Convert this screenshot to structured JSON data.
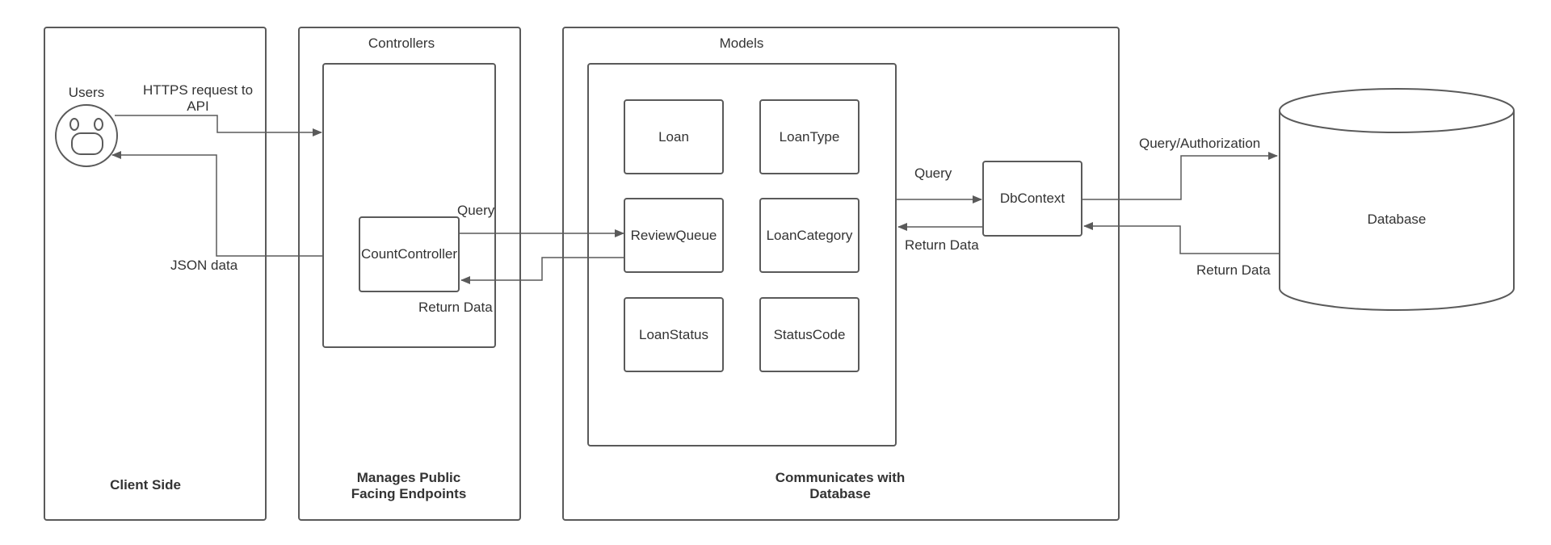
{
  "panels": {
    "client": {
      "footer": "Client Side"
    },
    "controllers": {
      "title": "Controllers",
      "footer_line1": "Manages Public",
      "footer_line2": "Facing Endpoints"
    },
    "models": {
      "title": "Models",
      "footer_line1": "Communicates with",
      "footer_line2": "Database"
    }
  },
  "users": {
    "label": "Users"
  },
  "controllers": {
    "count": "CountController"
  },
  "models": {
    "loan": "Loan",
    "loan_type": "LoanType",
    "review_queue": "ReviewQueue",
    "loan_category": "LoanCategory",
    "loan_status": "LoanStatus",
    "status_code": "StatusCode"
  },
  "db_context": {
    "label": "DbContext"
  },
  "database": {
    "label": "Database"
  },
  "edges": {
    "https_line1": "HTTPS request to",
    "https_line2": "API",
    "json_data": "JSON data",
    "ctrl_query": "Query",
    "ctrl_return": "Return Data",
    "models_query": "Query",
    "models_return": "Return Data",
    "db_query": "Query/Authorization",
    "db_return": "Return Data"
  },
  "colors": {
    "stroke": "#5a5a5a",
    "text": "#333333",
    "background": "#ffffff"
  }
}
